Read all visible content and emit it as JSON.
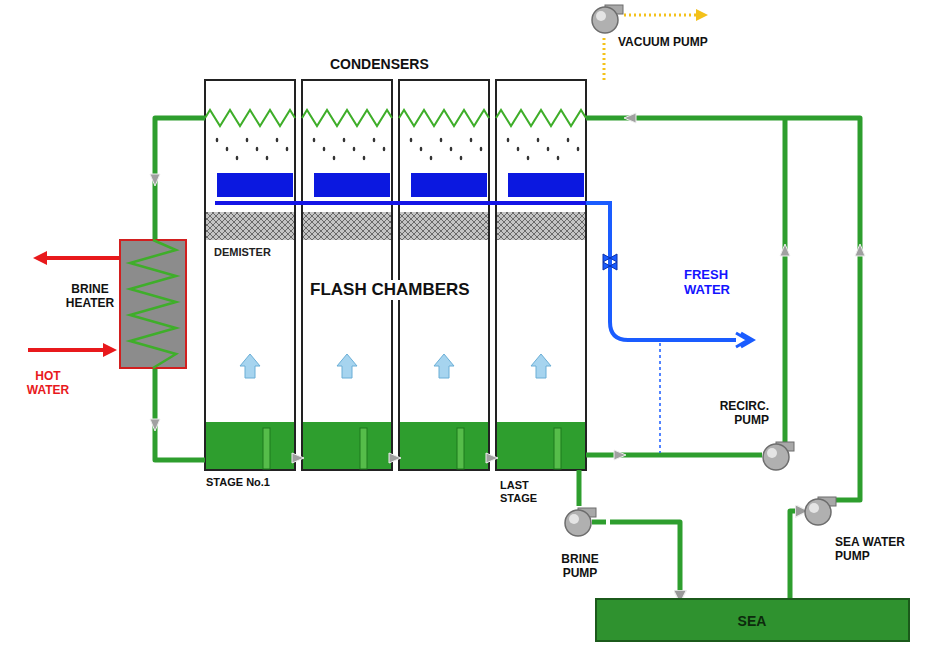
{
  "diagram": {
    "nodes": [
      {
        "text": [
          "BRINE HEATER"
        ]
      },
      {
        "text": [
          "VACUUM PUMP"
        ]
      },
      {
        "text": [
          "RECIRC. PUMP"
        ]
      },
      {
        "text": [
          "BRINE PUMP"
        ]
      },
      {
        "text": [
          "SEA WATER PUMP"
        ]
      },
      {
        "text": [
          "SEA"
        ]
      }
    ],
    "edges": [
      {
        "from": 3,
        "to": 5,
        "arrow": "to"
      },
      {
        "from": 5,
        "to": 4,
        "arrow": "to"
      }
    ],
    "labels": [
      "CONDENSERS",
      "DEMISTER",
      "FLASH CHAMBERS",
      "HOT WATER",
      "FRESH WATER",
      "STAGE No.1",
      "LAST STAGE"
    ]
  }
}
